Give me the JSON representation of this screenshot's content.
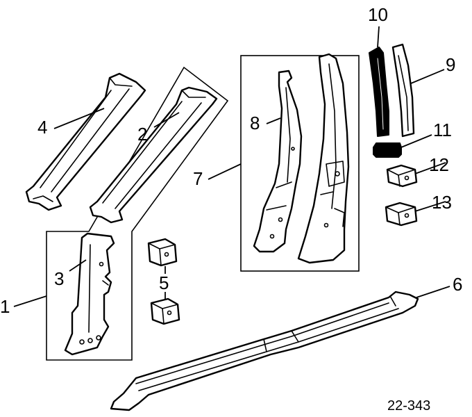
{
  "callouts": {
    "c1": "1",
    "c2": "2",
    "c3": "3",
    "c4": "4",
    "c5": "5",
    "c6": "6",
    "c7": "7",
    "c8": "8",
    "c9": "9",
    "c10": "10",
    "c11": "11",
    "c12": "12",
    "c13": "13"
  },
  "reference_code": "22-343"
}
